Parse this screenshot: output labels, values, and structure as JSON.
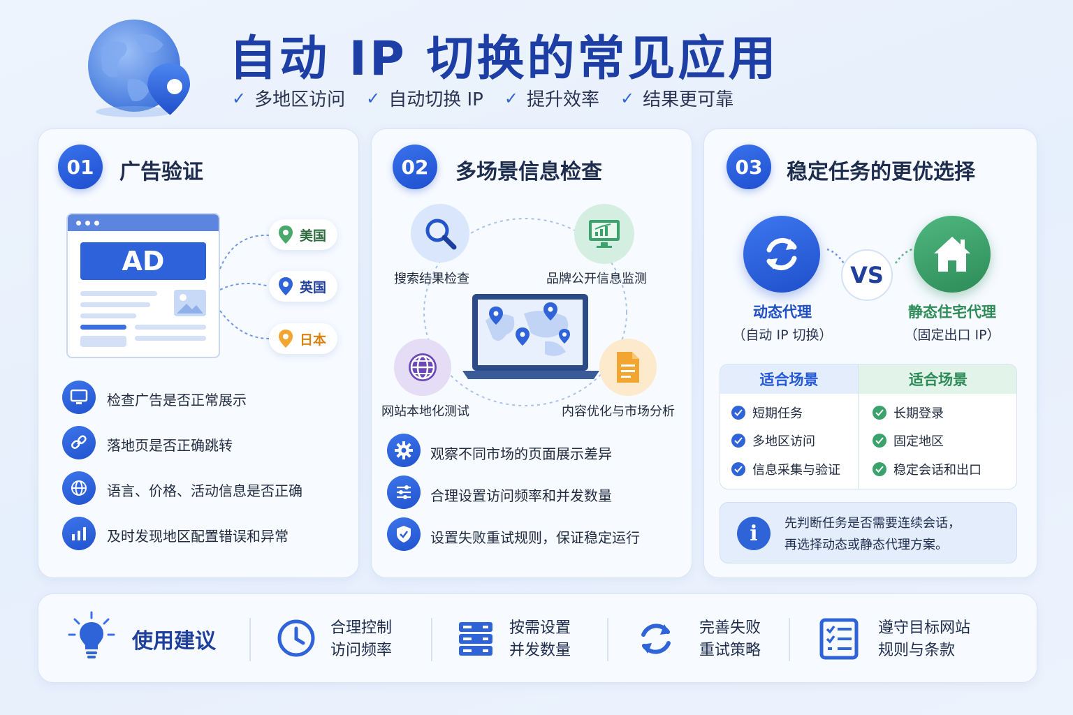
{
  "header": {
    "title": "自动 IP 切换的常见应用",
    "subtitles": [
      "多地区访问",
      "自动切换 IP",
      "提升效率",
      "结果更可靠"
    ]
  },
  "card1": {
    "num": "01",
    "title": "广告验证",
    "ad_label": "AD",
    "regions": [
      "美国",
      "英国",
      "日本"
    ],
    "items": [
      "检查广告是否正常展示",
      "落地页是否正确跳转",
      "语言、价格、活动信息是否正确",
      "及时发现地区配置错误和异常"
    ]
  },
  "card2": {
    "num": "02",
    "title": "多场景信息检查",
    "scenarios": [
      "搜索结果检查",
      "品牌公开信息监测",
      "网站本地化测试",
      "内容优化与市场分析"
    ],
    "items": [
      "观察不同市场的页面展示差异",
      "合理设置访问频率和并发数量",
      "设置失败重试规则，保证稳定运行"
    ]
  },
  "card3": {
    "num": "03",
    "title": "稳定任务的更优选择",
    "vs": "VS",
    "left": {
      "name": "动态代理",
      "sub": "（自动 IP 切换）"
    },
    "right": {
      "name": "静态住宅代理",
      "sub": "（固定出口 IP）"
    },
    "left_head": "适合场景",
    "right_head": "适合场景",
    "left_items": [
      "短期任务",
      "多地区访问",
      "信息采集与验证"
    ],
    "right_items": [
      "长期登录",
      "固定地区",
      "稳定会话和出口"
    ],
    "note_lines": [
      "先判断任务是否需要连续会话，",
      "再选择动态或静态代理方案。"
    ]
  },
  "footer": {
    "title": "使用建议",
    "tips": [
      {
        "line1": "合理控制",
        "line2": "访问频率"
      },
      {
        "line1": "按需设置",
        "line2": "并发数量"
      },
      {
        "line1": "完善失败",
        "line2": "重试策略"
      },
      {
        "line1": "遵守目标网站",
        "line2": "规则与条款"
      }
    ]
  },
  "colors": {
    "primary": "#2458d6",
    "title": "#1d3fa5",
    "green": "#3aa36b",
    "orange": "#f3a531"
  }
}
